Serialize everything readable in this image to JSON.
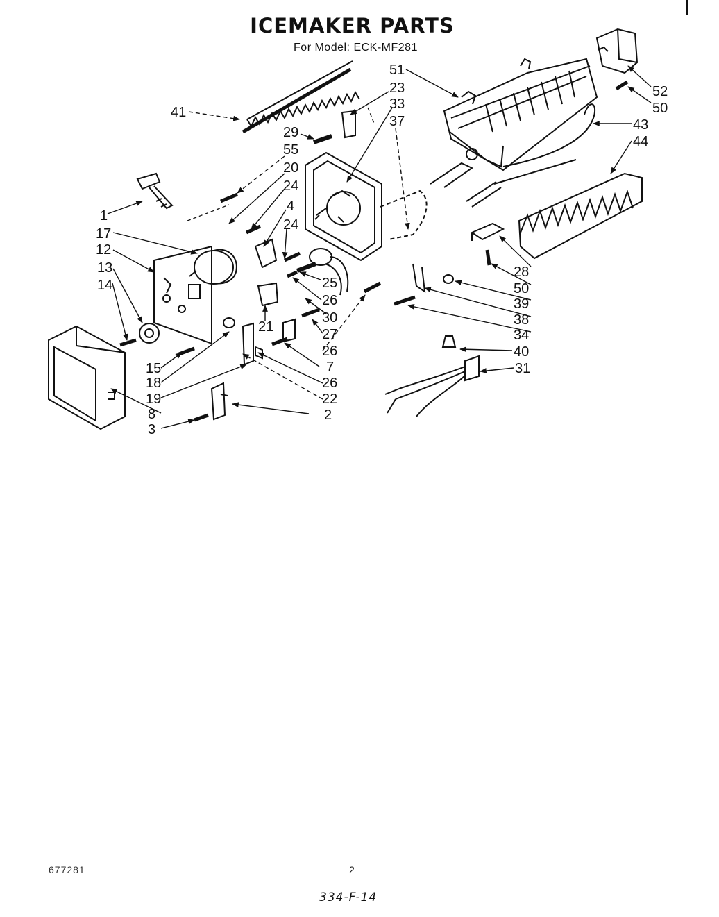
{
  "title": "ICEMAKER PARTS",
  "subtitle": "For Model: ECK-MF281",
  "callouts": [
    {
      "id": "c51",
      "label": "51"
    },
    {
      "id": "c23",
      "label": "23"
    },
    {
      "id": "c33",
      "label": "33"
    },
    {
      "id": "c37",
      "label": "37"
    },
    {
      "id": "c41",
      "label": "41"
    },
    {
      "id": "c29",
      "label": "29"
    },
    {
      "id": "c55",
      "label": "55"
    },
    {
      "id": "c20",
      "label": "20"
    },
    {
      "id": "c24a",
      "label": "24"
    },
    {
      "id": "c4",
      "label": "4"
    },
    {
      "id": "c24b",
      "label": "24"
    },
    {
      "id": "c1",
      "label": "1"
    },
    {
      "id": "c17",
      "label": "17"
    },
    {
      "id": "c12",
      "label": "12"
    },
    {
      "id": "c13",
      "label": "13"
    },
    {
      "id": "c14",
      "label": "14"
    },
    {
      "id": "c25",
      "label": "25"
    },
    {
      "id": "c26a",
      "label": "26"
    },
    {
      "id": "c30",
      "label": "30"
    },
    {
      "id": "c27",
      "label": "27"
    },
    {
      "id": "c21",
      "label": "21"
    },
    {
      "id": "c26b",
      "label": "26"
    },
    {
      "id": "c7",
      "label": "7"
    },
    {
      "id": "c26c",
      "label": "26"
    },
    {
      "id": "c22",
      "label": "22"
    },
    {
      "id": "c2",
      "label": "2"
    },
    {
      "id": "c15",
      "label": "15"
    },
    {
      "id": "c18",
      "label": "18"
    },
    {
      "id": "c19",
      "label": "19"
    },
    {
      "id": "c8",
      "label": "8"
    },
    {
      "id": "c3",
      "label": "3"
    },
    {
      "id": "c52",
      "label": "52"
    },
    {
      "id": "c50a",
      "label": "50"
    },
    {
      "id": "c43",
      "label": "43"
    },
    {
      "id": "c44",
      "label": "44"
    },
    {
      "id": "c28",
      "label": "28"
    },
    {
      "id": "c50b",
      "label": "50"
    },
    {
      "id": "c39",
      "label": "39"
    },
    {
      "id": "c38",
      "label": "38"
    },
    {
      "id": "c34",
      "label": "34"
    },
    {
      "id": "c40",
      "label": "40"
    },
    {
      "id": "c31",
      "label": "31"
    }
  ],
  "footer": {
    "left_code": "677281",
    "page_number": "2",
    "handwritten_code": "334-F-14"
  }
}
